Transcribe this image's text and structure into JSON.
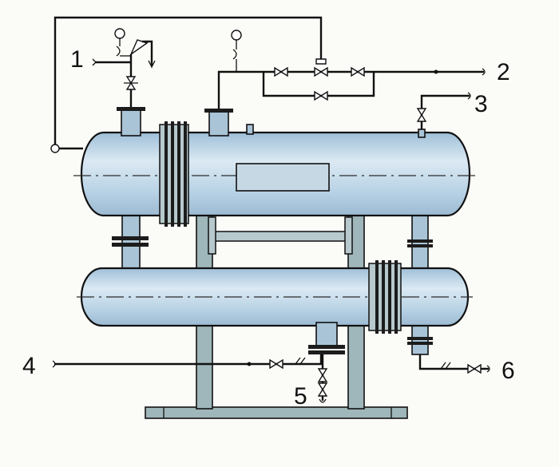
{
  "labels": {
    "n1": "1",
    "n2": "2",
    "n3": "3",
    "n4": "4",
    "n5": "5",
    "n6": "6"
  },
  "colors": {
    "vessel_fill": "#b9d3e6",
    "vessel_highlight": "#dbe9f3",
    "frame_steel": "#9fb6ba",
    "line": "#111111"
  },
  "icons": {
    "pressure_gauge": "gauge-icon",
    "valve": "gate-valve-icon",
    "check_valve": "check-valve-icon",
    "thermometer": "thermometer-icon",
    "safety_valve": "safety-valve-icon"
  }
}
